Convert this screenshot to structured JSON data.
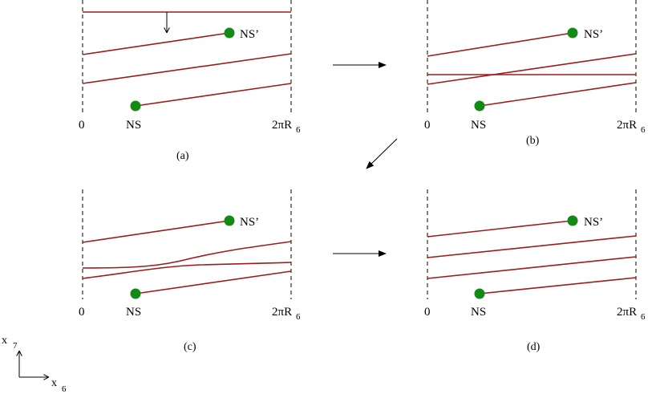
{
  "panels": [
    {
      "caption": "(a)",
      "left_label": "0",
      "right_label_main": "2πR",
      "right_label_sub": "6",
      "ns_label": "NS",
      "nsprime_label": "NS’"
    },
    {
      "caption": "(b)",
      "left_label": "0",
      "right_label_main": "2πR",
      "right_label_sub": "6",
      "ns_label": "NS",
      "nsprime_label": "NS’"
    },
    {
      "caption": "(c)",
      "left_label": "0",
      "right_label_main": "2πR",
      "right_label_sub": "6",
      "ns_label": "NS",
      "nsprime_label": "NS’"
    },
    {
      "caption": "(d)",
      "left_label": "0",
      "right_label_main": "2πR",
      "right_label_sub": "6",
      "ns_label": "NS",
      "nsprime_label": "NS’"
    }
  ],
  "axes": {
    "vertical_main": "x",
    "vertical_sub": "7",
    "horizontal_main": "x",
    "horizontal_sub": "6"
  },
  "colors": {
    "brane": "#9b1c1c",
    "ns_dot": "#148a14",
    "boundary": "#000000"
  }
}
